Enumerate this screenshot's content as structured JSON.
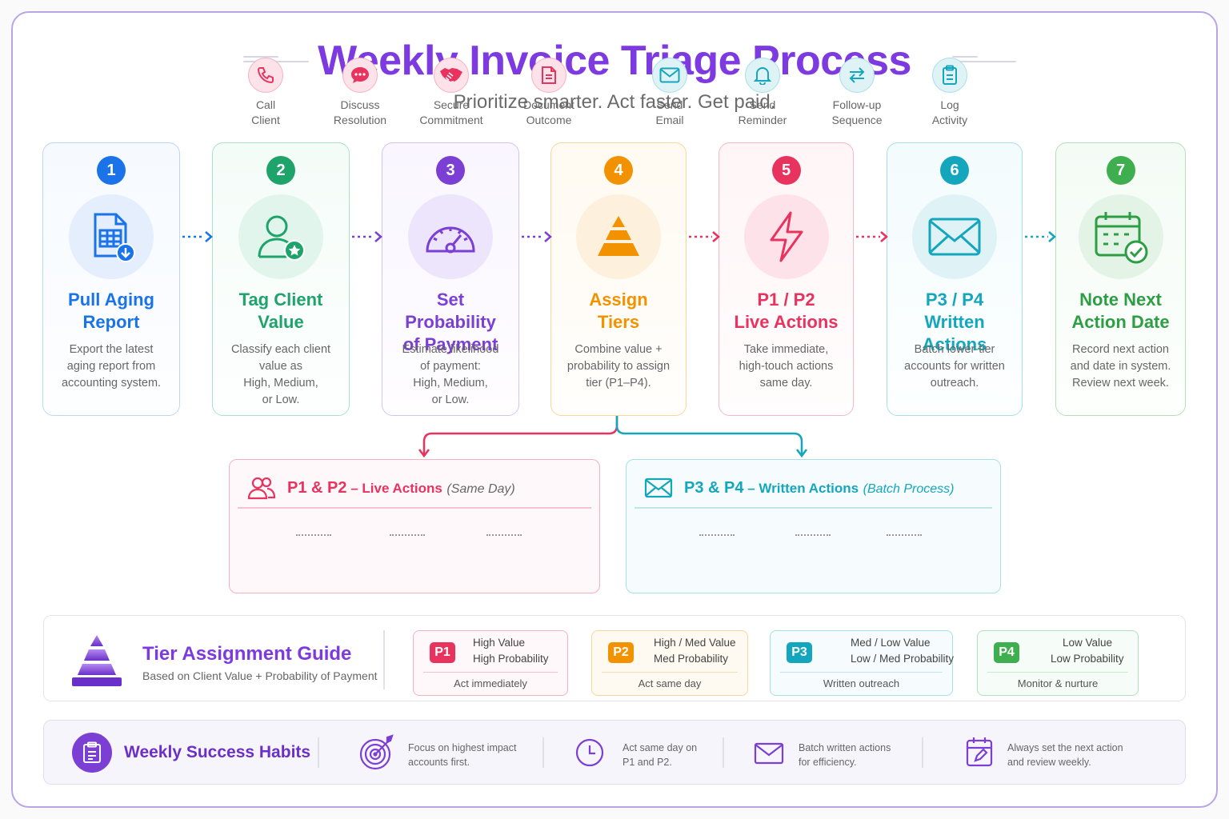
{
  "header": {
    "title": "Weekly Invoice Triage Process",
    "subtitle": "Prioritize smarter. Act faster. Get paid."
  },
  "steps": [
    {
      "num": "1",
      "title_l1": "Pull Aging",
      "title_l2": "Report",
      "d1": "Export the latest",
      "d2": "aging report from",
      "d3": "accounting system.",
      "d4": "",
      "color": "#1a73e8",
      "icon": "spreadsheet-download-icon"
    },
    {
      "num": "2",
      "title_l1": "Tag Client",
      "title_l2": "Value",
      "d1": "Classify each client",
      "d2": "value as",
      "d3": "High, Medium,",
      "d4": "or Low.",
      "color": "#1ea36a",
      "icon": "user-star-icon"
    },
    {
      "num": "3",
      "title_l1": "Set Probability",
      "title_l2": "of Payment",
      "d1": "Estimate likelihood",
      "d2": "of payment:",
      "d3": "High, Medium,",
      "d4": "or Low.",
      "color": "#7b3fd4",
      "icon": "gauge-icon"
    },
    {
      "num": "4",
      "title_l1": "Assign",
      "title_l2": "Tiers",
      "d1": "Combine value +",
      "d2": "probability to assign",
      "d3": "tier (P1–P4).",
      "d4": "",
      "color": "#f39200",
      "icon": "pyramid-icon"
    },
    {
      "num": "5",
      "title_l1": "P1 / P2",
      "title_l2": "Live Actions",
      "d1": "Take immediate,",
      "d2": "high-touch actions",
      "d3": "same day.",
      "d4": "",
      "color": "#e8335f",
      "icon": "lightning-icon"
    },
    {
      "num": "6",
      "title_l1": "P3 / P4",
      "title_l2": "Written Actions",
      "d1": "Batch lower-tier",
      "d2": "accounts for written",
      "d3": "outreach.",
      "d4": "",
      "color": "#14a6bd",
      "icon": "envelope-icon"
    },
    {
      "num": "7",
      "title_l1": "Note Next",
      "title_l2": "Action Date",
      "d1": "Record next action",
      "d2": "and date in system.",
      "d3": "Review next week.",
      "d4": "",
      "color": "#2e9e45",
      "icon": "calendar-check-icon"
    }
  ],
  "live_panel": {
    "title": "P1 & P2",
    "subtitle": " – Live Actions",
    "note": "(Same Day)",
    "actions": [
      {
        "l1": "Call",
        "l2": "Client"
      },
      {
        "l1": "Discuss",
        "l2": "Resolution"
      },
      {
        "l1": "Secure",
        "l2": "Commitment"
      },
      {
        "l1": "Document",
        "l2": "Outcome"
      }
    ]
  },
  "written_panel": {
    "title": "P3 & P4",
    "subtitle": " – Written Actions",
    "note": "(Batch Process)",
    "actions": [
      {
        "l1": "Send",
        "l2": "Email"
      },
      {
        "l1": "Send",
        "l2": "Reminder"
      },
      {
        "l1": "Follow-up",
        "l2": "Sequence"
      },
      {
        "l1": "Log",
        "l2": "Activity"
      }
    ]
  },
  "tier_guide": {
    "title": "Tier Assignment Guide",
    "subtitle": "Based on Client Value + Probability of Payment",
    "tiers": [
      {
        "badge": "P1",
        "l1": "High Value",
        "l2": "High Probability",
        "action": "Act immediately",
        "color": "#e8335f"
      },
      {
        "badge": "P2",
        "l1": "High / Med Value",
        "l2": "Med Probability",
        "action": "Act same day",
        "color": "#f39200"
      },
      {
        "badge": "P3",
        "l1": "Med / Low Value",
        "l2": "Low / Med Probability",
        "action": "Written outreach",
        "color": "#14a6bd"
      },
      {
        "badge": "P4",
        "l1": "Low Value",
        "l2": "Low Probability",
        "action": "Monitor & nurture",
        "color": "#3fae4f"
      }
    ]
  },
  "habits": {
    "title": "Weekly Success Habits",
    "items": [
      {
        "l1": "Focus on highest impact",
        "l2": "accounts first.",
        "icon": "target-icon"
      },
      {
        "l1": "Act same day on",
        "l2": "P1 and P2.",
        "icon": "clock-icon"
      },
      {
        "l1": "Batch written actions",
        "l2": "for efficiency.",
        "icon": "envelope-icon"
      },
      {
        "l1": "Always set the next action",
        "l2": "and review weekly.",
        "icon": "calendar-edit-icon"
      }
    ]
  },
  "colors": {
    "accent": "#7c3ae0",
    "live": "#e8335f",
    "written": "#14a6bd"
  }
}
